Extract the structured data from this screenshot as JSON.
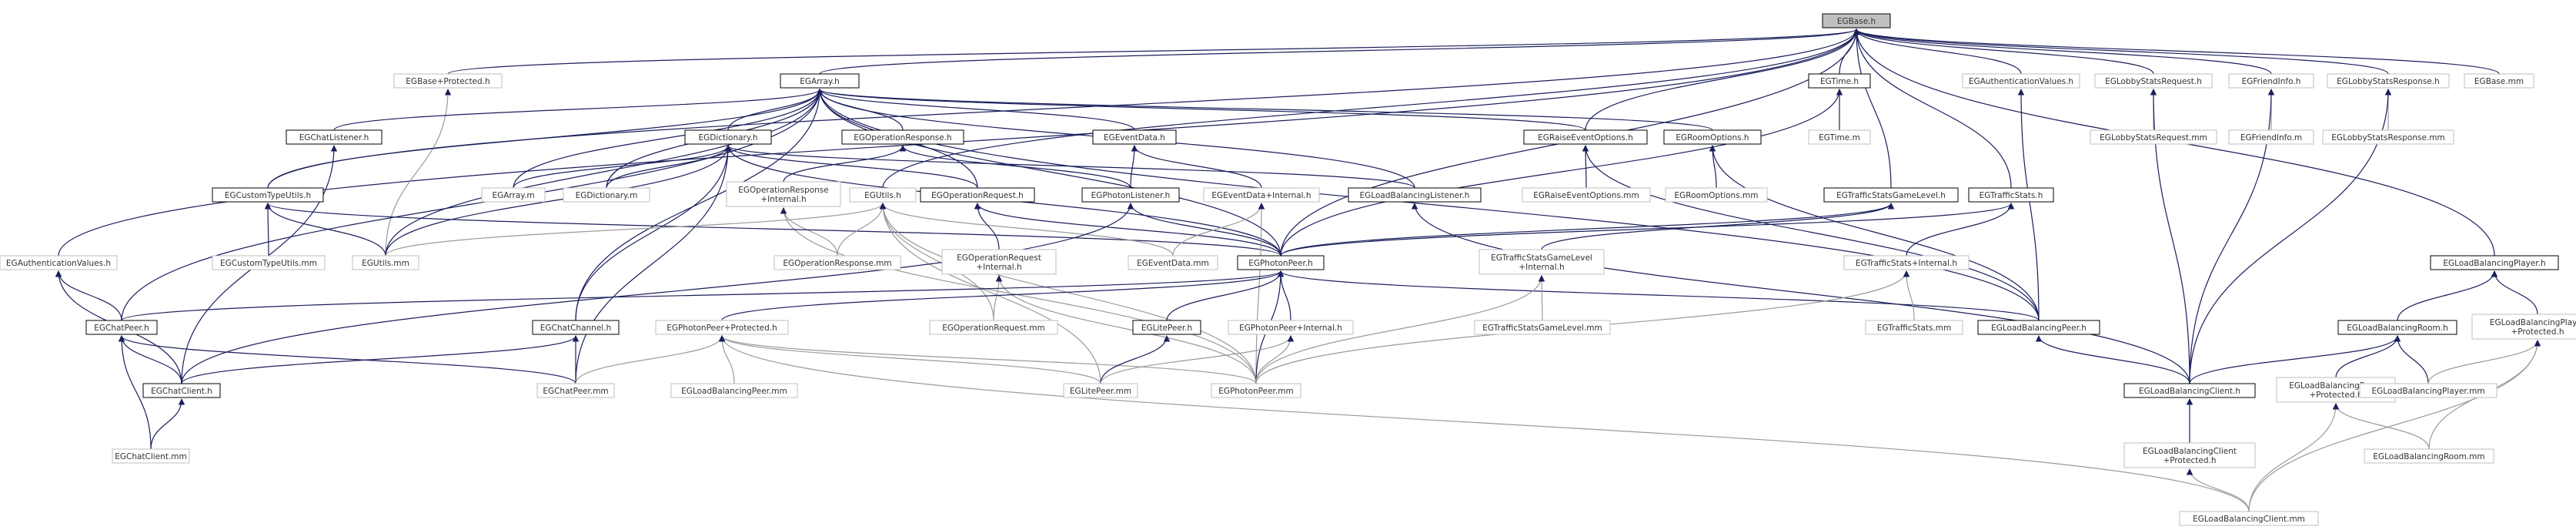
{
  "colors": {
    "edge": "#1a1f5c",
    "edge_light": "#9a9a9a",
    "focus_fill": "#bfbfbf"
  },
  "nodes": [
    {
      "id": "EGBase_h",
      "lines": [
        "EGBase.h"
      ],
      "style": "focus"
    },
    {
      "id": "EGBase_Protected_h",
      "lines": [
        "EGBase+Protected.h"
      ],
      "style": "light"
    },
    {
      "id": "EGArray_h",
      "lines": [
        "EGArray.h"
      ],
      "style": "strong"
    },
    {
      "id": "EGTime_h",
      "lines": [
        "EGTime.h"
      ],
      "style": "strong"
    },
    {
      "id": "EGTime_m",
      "lines": [
        "EGTime.m"
      ],
      "style": "light"
    },
    {
      "id": "EGAuthenticationValues_h",
      "lines": [
        "EGAuthenticationValues.h"
      ],
      "style": "light"
    },
    {
      "id": "EGLobbyStatsRequest_h",
      "lines": [
        "EGLobbyStatsRequest.h"
      ],
      "style": "light"
    },
    {
      "id": "EGLobbyStatsRequest_mm",
      "lines": [
        "EGLobbyStatsRequest.mm"
      ],
      "style": "light"
    },
    {
      "id": "EGFriendInfo_h",
      "lines": [
        "EGFriendInfo.h"
      ],
      "style": "light"
    },
    {
      "id": "EGFriendInfo_m",
      "lines": [
        "EGFriendInfo.m"
      ],
      "style": "light"
    },
    {
      "id": "EGLobbyStatsResponse_h",
      "lines": [
        "EGLobbyStatsResponse.h"
      ],
      "style": "light"
    },
    {
      "id": "EGLobbyStatsResponse_mm",
      "lines": [
        "EGLobbyStatsResponse.mm"
      ],
      "style": "light"
    },
    {
      "id": "EGBase_mm",
      "lines": [
        "EGBase.mm"
      ],
      "style": "light"
    },
    {
      "id": "EGChatListener_h",
      "lines": [
        "EGChatListener.h"
      ],
      "style": "strong"
    },
    {
      "id": "EGDictionary_h",
      "lines": [
        "EGDictionary.h"
      ],
      "style": "strong"
    },
    {
      "id": "EGOperationResponse_h",
      "lines": [
        "EGOperationResponse.h"
      ],
      "style": "strong"
    },
    {
      "id": "EGEventData_h",
      "lines": [
        "EGEventData.h"
      ],
      "style": "strong"
    },
    {
      "id": "EGRaiseEventOptions_h",
      "lines": [
        "EGRaiseEventOptions.h"
      ],
      "style": "strong"
    },
    {
      "id": "EGRoomOptions_h",
      "lines": [
        "EGRoomOptions.h"
      ],
      "style": "strong"
    },
    {
      "id": "EGRaiseEventOptions_mm",
      "lines": [
        "EGRaiseEventOptions.mm"
      ],
      "style": "light"
    },
    {
      "id": "EGRoomOptions_mm",
      "lines": [
        "EGRoomOptions.mm"
      ],
      "style": "light"
    },
    {
      "id": "EGArray_m",
      "lines": [
        "EGArray.m"
      ],
      "style": "light"
    },
    {
      "id": "EGDictionary_m",
      "lines": [
        "EGDictionary.m"
      ],
      "style": "light"
    },
    {
      "id": "EGOperationResponse_Internal_h",
      "lines": [
        "EGOperationResponse",
        "+Internal.h"
      ],
      "style": "light"
    },
    {
      "id": "EGCustomTypeUtils_h",
      "lines": [
        "EGCustomTypeUtils.h"
      ],
      "style": "strong"
    },
    {
      "id": "EGUtils_h",
      "lines": [
        "EGUtils.h"
      ],
      "style": "light"
    },
    {
      "id": "EGOperationRequest_h",
      "lines": [
        "EGOperationRequest.h"
      ],
      "style": "strong"
    },
    {
      "id": "EGPhotonListener_h",
      "lines": [
        "EGPhotonListener.h"
      ],
      "style": "strong"
    },
    {
      "id": "EGEventData_Internal_h",
      "lines": [
        "EGEventData+Internal.h"
      ],
      "style": "light"
    },
    {
      "id": "EGLoadBalancingListener_h",
      "lines": [
        "EGLoadBalancingListener.h"
      ],
      "style": "strong"
    },
    {
      "id": "EGTrafficStatsGameLevel_h",
      "lines": [
        "EGTrafficStatsGameLevel.h"
      ],
      "style": "strong"
    },
    {
      "id": "EGTrafficStats_h",
      "lines": [
        "EGTrafficStats.h"
      ],
      "style": "strong"
    },
    {
      "id": "EGCustomTypeUtils_mm",
      "lines": [
        "EGCustomTypeUtils.mm"
      ],
      "style": "light"
    },
    {
      "id": "EGUtils_mm",
      "lines": [
        "EGUtils.mm"
      ],
      "style": "light"
    },
    {
      "id": "EGOperationResponse_mm",
      "lines": [
        "EGOperationResponse.mm"
      ],
      "style": "light"
    },
    {
      "id": "EGOperationRequest_Internal_h",
      "lines": [
        "EGOperationRequest",
        "+Internal.h"
      ],
      "style": "light"
    },
    {
      "id": "EGEventData_mm",
      "lines": [
        "EGEventData.mm"
      ],
      "style": "light"
    },
    {
      "id": "EGPhotonPeer_h",
      "lines": [
        "EGPhotonPeer.h"
      ],
      "style": "strong"
    },
    {
      "id": "EGTrafficStatsGameLevel_Internal_h",
      "lines": [
        "EGTrafficStatsGameLevel",
        "+Internal.h"
      ],
      "style": "light"
    },
    {
      "id": "EGTrafficStats_Internal_h",
      "lines": [
        "EGTrafficStats+Internal.h"
      ],
      "style": "light"
    },
    {
      "id": "EGLoadBalancingPlayer_h",
      "lines": [
        "EGLoadBalancingPlayer.h"
      ],
      "style": "strong"
    },
    {
      "id": "EGAuthenticationValues_h_left",
      "lines": [
        "EGAuthenticationValues.h"
      ],
      "style": "light"
    },
    {
      "id": "EGChatPeer_h",
      "lines": [
        "EGChatPeer.h"
      ],
      "style": "strong"
    },
    {
      "id": "EGChatChannel_h",
      "lines": [
        "EGChatChannel.h"
      ],
      "style": "strong"
    },
    {
      "id": "EGPhotonPeer_Protected_h",
      "lines": [
        "EGPhotonPeer+Protected.h"
      ],
      "style": "light"
    },
    {
      "id": "EGLitePeer_h",
      "lines": [
        "EGLitePeer.h"
      ],
      "style": "strong"
    },
    {
      "id": "EGPhotonPeer_Internal_h",
      "lines": [
        "EGPhotonPeer+Internal.h"
      ],
      "style": "light"
    },
    {
      "id": "EGTrafficStatsGameLevel_mm",
      "lines": [
        "EGTrafficStatsGameLevel.mm"
      ],
      "style": "light"
    },
    {
      "id": "EGTrafficStats_mm",
      "lines": [
        "EGTrafficStats.mm"
      ],
      "style": "light"
    },
    {
      "id": "EGLoadBalancingRoom_h",
      "lines": [
        "EGLoadBalancingRoom.h"
      ],
      "style": "strong"
    },
    {
      "id": "EGLoadBalancingPlayer_Protected_h",
      "lines": [
        "EGLoadBalancingPlayer",
        "+Protected.h"
      ],
      "style": "light"
    },
    {
      "id": "EGOperationRequest_mm",
      "lines": [
        "EGOperationRequest.mm"
      ],
      "style": "light"
    },
    {
      "id": "EGLoadBalancingPeer_h",
      "lines": [
        "EGLoadBalancingPeer.h"
      ],
      "style": "strong"
    },
    {
      "id": "EGChatClient_h",
      "lines": [
        "EGChatClient.h"
      ],
      "style": "strong"
    },
    {
      "id": "EGChatPeer_mm",
      "lines": [
        "EGChatPeer.mm"
      ],
      "style": "light"
    },
    {
      "id": "EGLoadBalancingPeer_mm",
      "lines": [
        "EGLoadBalancingPeer.mm"
      ],
      "style": "light"
    },
    {
      "id": "EGLitePeer_mm",
      "lines": [
        "EGLitePeer.mm"
      ],
      "style": "light"
    },
    {
      "id": "EGPhotonPeer_mm",
      "lines": [
        "EGPhotonPeer.mm"
      ],
      "style": "light"
    },
    {
      "id": "EGLoadBalancingClient_h",
      "lines": [
        "EGLoadBalancingClient.h"
      ],
      "style": "strong"
    },
    {
      "id": "EGLoadBalancingRoom_Protected_h",
      "lines": [
        "EGLoadBalancingRoom",
        "+Protected.h"
      ],
      "style": "light"
    },
    {
      "id": "EGLoadBalancingPlayer_mm",
      "lines": [
        "EGLoadBalancingPlayer.mm"
      ],
      "style": "light"
    },
    {
      "id": "EGChatClient_mm",
      "lines": [
        "EGChatClient.mm"
      ],
      "style": "light"
    },
    {
      "id": "EGLoadBalancingClient_Protected_h",
      "lines": [
        "EGLoadBalancingClient",
        "+Protected.h"
      ],
      "style": "light"
    },
    {
      "id": "EGLoadBalancingRoom_mm",
      "lines": [
        "EGLoadBalancingRoom.mm"
      ],
      "style": "light"
    },
    {
      "id": "EGLoadBalancingClient_mm",
      "lines": [
        "EGLoadBalancingClient.mm"
      ],
      "style": "light"
    }
  ],
  "edges": [
    [
      "EGBase_h",
      "EGBase_Protected_h"
    ],
    [
      "EGBase_h",
      "EGArray_h"
    ],
    [
      "EGBase_h",
      "EGTime_h"
    ],
    [
      "EGBase_h",
      "EGAuthenticationValues_h"
    ],
    [
      "EGBase_h",
      "EGLobbyStatsRequest_h"
    ],
    [
      "EGBase_h",
      "EGFriendInfo_h"
    ],
    [
      "EGBase_h",
      "EGLobbyStatsResponse_h"
    ],
    [
      "EGBase_h",
      "EGBase_mm"
    ],
    [
      "EGBase_h",
      "EGCustomTypeUtils_h"
    ],
    [
      "EGBase_h",
      "EGUtils_h"
    ],
    [
      "EGBase_h",
      "EGPhotonPeer_h"
    ],
    [
      "EGBase_h",
      "EGTrafficStatsGameLevel_h"
    ],
    [
      "EGBase_h",
      "EGTrafficStats_h"
    ],
    [
      "EGBase_h",
      "EGLoadBalancingPlayer_h"
    ],
    [
      "EGBase_h",
      "EGAuthenticationValues_h_left"
    ],
    [
      "EGBase_h",
      "EGRaiseEventOptions_h"
    ],
    [
      "EGTime_h",
      "EGTime_m"
    ],
    [
      "EGTime_h",
      "EGPhotonPeer_h"
    ],
    [
      "EGLobbyStatsRequest_h",
      "EGLobbyStatsRequest_mm"
    ],
    [
      "EGLobbyStatsRequest_h",
      "EGLoadBalancingClient_h"
    ],
    [
      "EGFriendInfo_h",
      "EGFriendInfo_m"
    ],
    [
      "EGFriendInfo_h",
      "EGLoadBalancingClient_h"
    ],
    [
      "EGLobbyStatsResponse_h",
      "EGLobbyStatsResponse_mm"
    ],
    [
      "EGLobbyStatsResponse_h",
      "EGLoadBalancingClient_h"
    ],
    [
      "EGAuthenticationValues_h",
      "EGLoadBalancingPeer_h"
    ],
    [
      "EGBase_Protected_h",
      "EGUtils_mm"
    ],
    [
      "EGArray_h",
      "EGChatListener_h"
    ],
    [
      "EGArray_h",
      "EGDictionary_h"
    ],
    [
      "EGArray_h",
      "EGOperationResponse_h"
    ],
    [
      "EGArray_h",
      "EGEventData_h"
    ],
    [
      "EGArray_h",
      "EGRaiseEventOptions_h"
    ],
    [
      "EGArray_h",
      "EGRoomOptions_h"
    ],
    [
      "EGArray_h",
      "EGArray_m"
    ],
    [
      "EGArray_h",
      "EGDictionary_m"
    ],
    [
      "EGArray_h",
      "EGUtils_mm"
    ],
    [
      "EGArray_h",
      "EGOperationRequest_h"
    ],
    [
      "EGArray_h",
      "EGLoadBalancingListener_h"
    ],
    [
      "EGArray_h",
      "EGChatChannel_h"
    ],
    [
      "EGArray_h",
      "EGChatPeer_h"
    ],
    [
      "EGArray_h",
      "EGLoadBalancingPeer_h"
    ],
    [
      "EGArray_h",
      "EGPhotonPeer_h"
    ],
    [
      "EGArray_h",
      "EGCustomTypeUtils_h"
    ],
    [
      "EGChatListener_h",
      "EGChatClient_h"
    ],
    [
      "EGDictionary_h",
      "EGArray_m"
    ],
    [
      "EGDictionary_h",
      "EGDictionary_m"
    ],
    [
      "EGDictionary_h",
      "EGUtils_mm"
    ],
    [
      "EGDictionary_h",
      "EGOperationRequest_h"
    ],
    [
      "EGDictionary_h",
      "EGLoadBalancingListener_h"
    ],
    [
      "EGDictionary_h",
      "EGPhotonPeer_h"
    ],
    [
      "EGDictionary_h",
      "EGChatPeer_mm"
    ],
    [
      "EGDictionary_h",
      "EGChatChannel_h"
    ],
    [
      "EGOperationResponse_h",
      "EGOperationResponse_Internal_h"
    ],
    [
      "EGOperationResponse_h",
      "EGPhotonListener_h"
    ],
    [
      "EGEventData_h",
      "EGPhotonListener_h"
    ],
    [
      "EGEventData_h",
      "EGEventData_Internal_h"
    ],
    [
      "EGRaiseEventOptions_h",
      "EGRaiseEventOptions_mm"
    ],
    [
      "EGRaiseEventOptions_h",
      "EGLoadBalancingPeer_h"
    ],
    [
      "EGRoomOptions_h",
      "EGRoomOptions_mm"
    ],
    [
      "EGRoomOptions_h",
      "EGLoadBalancingPeer_h"
    ],
    [
      "EGOperationResponse_Internal_h",
      "EGOperationResponse_mm"
    ],
    [
      "EGOperationResponse_Internal_h",
      "EGPhotonPeer_mm"
    ],
    [
      "EGCustomTypeUtils_h",
      "EGCustomTypeUtils_mm"
    ],
    [
      "EGCustomTypeUtils_h",
      "EGUtils_mm"
    ],
    [
      "EGCustomTypeUtils_h",
      "EGPhotonPeer_h"
    ],
    [
      "EGUtils_h",
      "EGUtils_mm"
    ],
    [
      "EGUtils_h",
      "EGOperationResponse_mm"
    ],
    [
      "EGUtils_h",
      "EGOperationRequest_mm"
    ],
    [
      "EGUtils_h",
      "EGEventData_mm"
    ],
    [
      "EGUtils_h",
      "EGLitePeer_mm"
    ],
    [
      "EGUtils_h",
      "EGPhotonPeer_mm"
    ],
    [
      "EGOperationRequest_h",
      "EGOperationRequest_Internal_h"
    ],
    [
      "EGOperationRequest_h",
      "EGPhotonPeer_h"
    ],
    [
      "EGPhotonListener_h",
      "EGPhotonPeer_h"
    ],
    [
      "EGPhotonListener_h",
      "EGChatClient_h"
    ],
    [
      "EGEventData_Internal_h",
      "EGEventData_mm"
    ],
    [
      "EGEventData_Internal_h",
      "EGPhotonPeer_mm"
    ],
    [
      "EGLoadBalancingListener_h",
      "EGLoadBalancingClient_h"
    ],
    [
      "EGTrafficStatsGameLevel_h",
      "EGTrafficStatsGameLevel_Internal_h"
    ],
    [
      "EGTrafficStatsGameLevel_h",
      "EGPhotonPeer_h"
    ],
    [
      "EGTrafficStats_h",
      "EGTrafficStats_Internal_h"
    ],
    [
      "EGTrafficStats_h",
      "EGPhotonPeer_h"
    ],
    [
      "EGOperationRequest_Internal_h",
      "EGOperationRequest_mm"
    ],
    [
      "EGOperationRequest_Internal_h",
      "EGPhotonPeer_mm"
    ],
    [
      "EGPhotonPeer_h",
      "EGChatPeer_h"
    ],
    [
      "EGPhotonPeer_h",
      "EGPhotonPeer_Protected_h"
    ],
    [
      "EGPhotonPeer_h",
      "EGLitePeer_h"
    ],
    [
      "EGPhotonPeer_h",
      "EGPhotonPeer_Internal_h"
    ],
    [
      "EGPhotonPeer_h",
      "EGLoadBalancingPeer_h"
    ],
    [
      "EGPhotonPeer_h",
      "EGPhotonPeer_mm"
    ],
    [
      "EGTrafficStatsGameLevel_Internal_h",
      "EGTrafficStatsGameLevel_mm"
    ],
    [
      "EGTrafficStatsGameLevel_Internal_h",
      "EGPhotonPeer_mm"
    ],
    [
      "EGTrafficStats_Internal_h",
      "EGTrafficStats_mm"
    ],
    [
      "EGTrafficStats_Internal_h",
      "EGPhotonPeer_mm"
    ],
    [
      "EGLoadBalancingPlayer_h",
      "EGLoadBalancingRoom_h"
    ],
    [
      "EGLoadBalancingPlayer_h",
      "EGLoadBalancingPlayer_Protected_h"
    ],
    [
      "EGAuthenticationValues_h_left",
      "EGChatPeer_h"
    ],
    [
      "EGAuthenticationValues_h_left",
      "EGChatClient_h"
    ],
    [
      "EGChatPeer_h",
      "EGChatClient_h"
    ],
    [
      "EGChatPeer_h",
      "EGChatPeer_mm"
    ],
    [
      "EGChatPeer_h",
      "EGChatClient_mm"
    ],
    [
      "EGChatChannel_h",
      "EGChatClient_h"
    ],
    [
      "EGChatChannel_h",
      "EGChatPeer_mm"
    ],
    [
      "EGPhotonPeer_Protected_h",
      "EGChatPeer_mm"
    ],
    [
      "EGPhotonPeer_Protected_h",
      "EGLoadBalancingPeer_mm"
    ],
    [
      "EGPhotonPeer_Protected_h",
      "EGLitePeer_mm"
    ],
    [
      "EGPhotonPeer_Protected_h",
      "EGPhotonPeer_mm"
    ],
    [
      "EGPhotonPeer_Protected_h",
      "EGLoadBalancingClient_mm"
    ],
    [
      "EGLitePeer_h",
      "EGLitePeer_mm"
    ],
    [
      "EGPhotonPeer_Internal_h",
      "EGLitePeer_mm"
    ],
    [
      "EGPhotonPeer_Internal_h",
      "EGPhotonPeer_mm"
    ],
    [
      "EGLoadBalancingRoom_h",
      "EGLoadBalancingClient_h"
    ],
    [
      "EGLoadBalancingRoom_h",
      "EGLoadBalancingRoom_Protected_h"
    ],
    [
      "EGLoadBalancingRoom_h",
      "EGLoadBalancingPlayer_mm"
    ],
    [
      "EGLoadBalancingPlayer_Protected_h",
      "EGLoadBalancingPlayer_mm"
    ],
    [
      "EGLoadBalancingPlayer_Protected_h",
      "EGLoadBalancingRoom_mm"
    ],
    [
      "EGLoadBalancingPlayer_Protected_h",
      "EGLoadBalancingClient_mm"
    ],
    [
      "EGLoadBalancingPeer_h",
      "EGLoadBalancingClient_h"
    ],
    [
      "EGChatClient_h",
      "EGChatClient_mm"
    ],
    [
      "EGLoadBalancingClient_h",
      "EGLoadBalancingClient_Protected_h"
    ],
    [
      "EGLoadBalancingRoom_Protected_h",
      "EGLoadBalancingRoom_mm"
    ],
    [
      "EGLoadBalancingRoom_Protected_h",
      "EGLoadBalancingClient_mm"
    ],
    [
      "EGLoadBalancingClient_Protected_h",
      "EGLoadBalancingClient_mm"
    ]
  ]
}
